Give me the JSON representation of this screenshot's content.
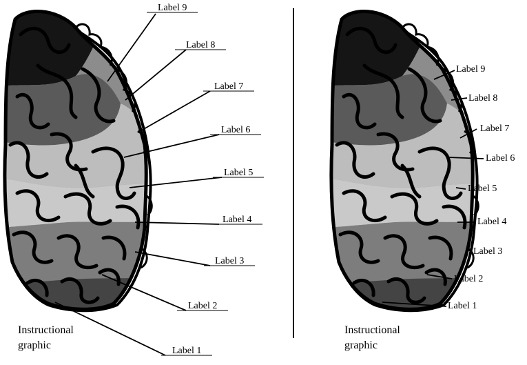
{
  "left_panel": {
    "caption_line1": "Instructional",
    "caption_line2": "graphic",
    "labels": [
      "Label 9",
      "Label 8",
      "Label 7",
      "Label 6",
      "Label 5",
      "Label 4",
      "Label 3",
      "Label 2",
      "Label 1"
    ]
  },
  "right_panel": {
    "caption_line1": "Instructional",
    "caption_line2": "graphic",
    "labels": [
      "Label 9",
      "Label 8",
      "Label 7",
      "Label 6",
      "Label 5",
      "Label 4",
      "Label 3",
      "Label 2",
      "Label 1"
    ]
  },
  "colors": {
    "region_black": "#151515",
    "region_dark_gray": "#5a5a5a",
    "region_mid_gray": "#8c8c8c",
    "region_light_gray": "#c4c4c4",
    "region_bottom": "#444444",
    "outline": "#000000",
    "divider": "#000000"
  }
}
